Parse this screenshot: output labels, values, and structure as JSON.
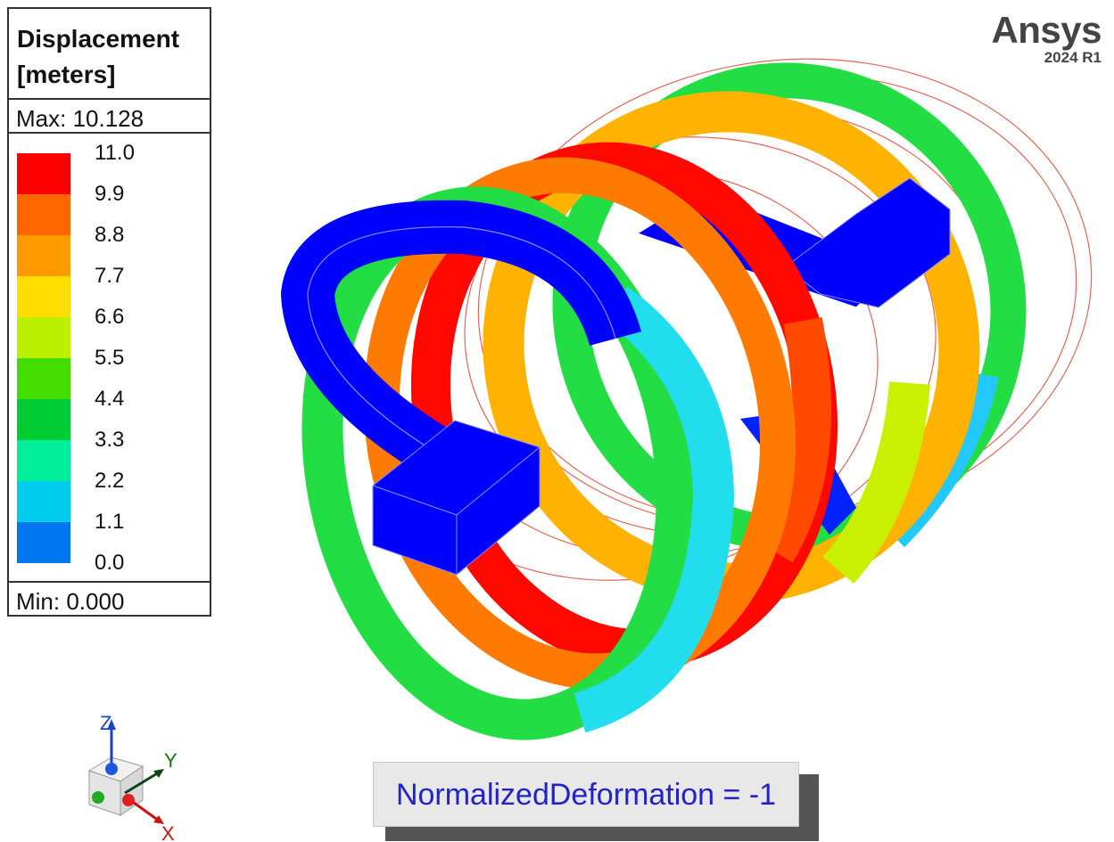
{
  "legend": {
    "title_line1": "Displacement",
    "title_line2": "[meters]",
    "max_label": "Max: 10.128",
    "min_label": "Min:  0.000",
    "ticks": [
      "11.0",
      "9.9",
      "8.8",
      "7.7",
      "6.6",
      "5.5",
      "4.4",
      "3.3",
      "2.2",
      "1.1",
      "0.0"
    ],
    "colors": [
      "#ff0000",
      "#ff6600",
      "#ff9900",
      "#ffdd00",
      "#bbf000",
      "#44dd00",
      "#00cc33",
      "#00ee99",
      "#00ccee",
      "#0077ee",
      "#0000ff"
    ]
  },
  "logo": {
    "brand": "Ansys",
    "version": "2024 R1"
  },
  "triad": {
    "z_label": "Z",
    "y_label": "Y",
    "x_label": "X"
  },
  "status": {
    "text": "NormalizedDeformation = -1"
  }
}
